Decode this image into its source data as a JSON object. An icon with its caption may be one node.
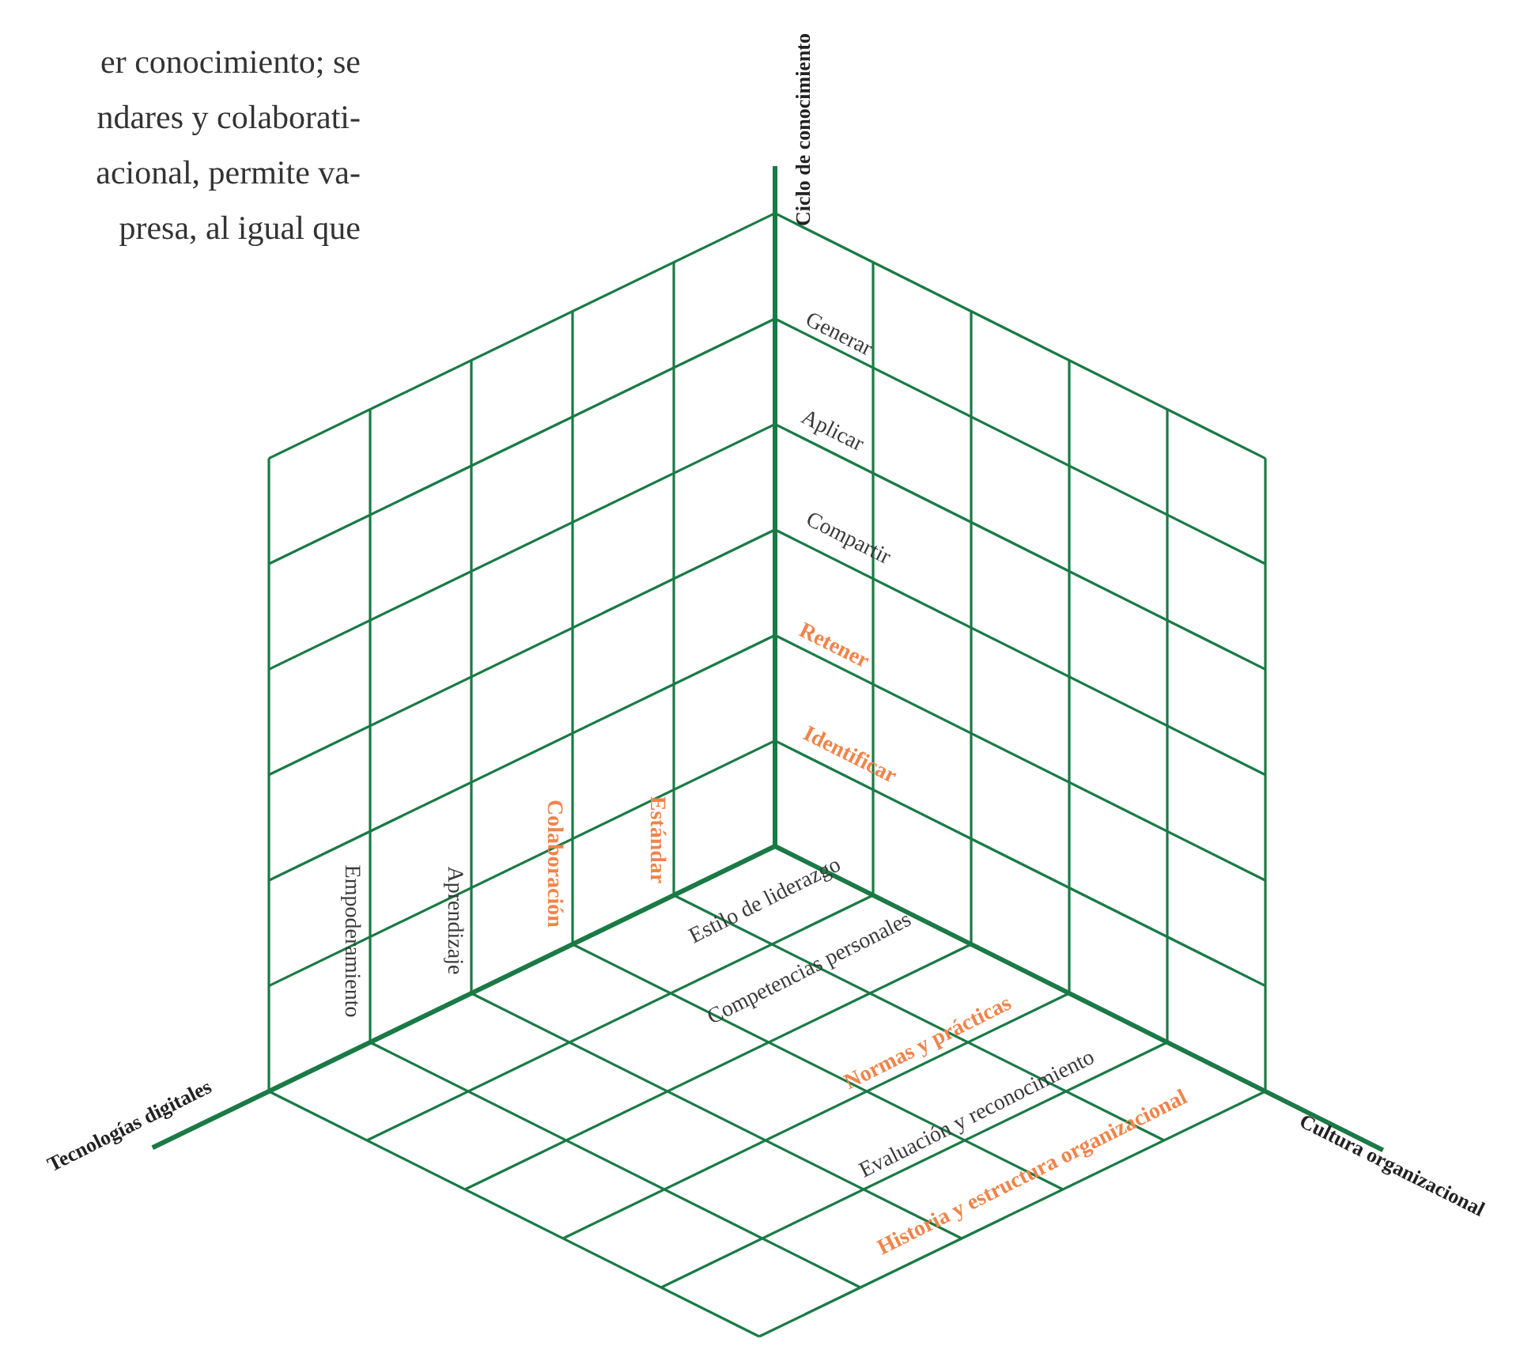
{
  "diagram": {
    "labels": [
      "er conocimiento; se",
      "ndares y colaborati-",
      "acional, permite va-",
      "presa, al igual que",
      "Ciclo de conocimiento",
      "Generar",
      "Aplicar",
      "Compartir",
      "Retener",
      "Identificar",
      "Empoderamiento",
      "Aprendizaje",
      "Colaboración",
      "Estándar",
      "Estilo de liderazgo",
      "Competencias personales",
      "Normas y prácticas",
      "Evaluación y reconocimiento",
      "Historia y estructura organizacional",
      "Tecnologías digitales",
      "Cultura organizacional"
    ]
  }
}
